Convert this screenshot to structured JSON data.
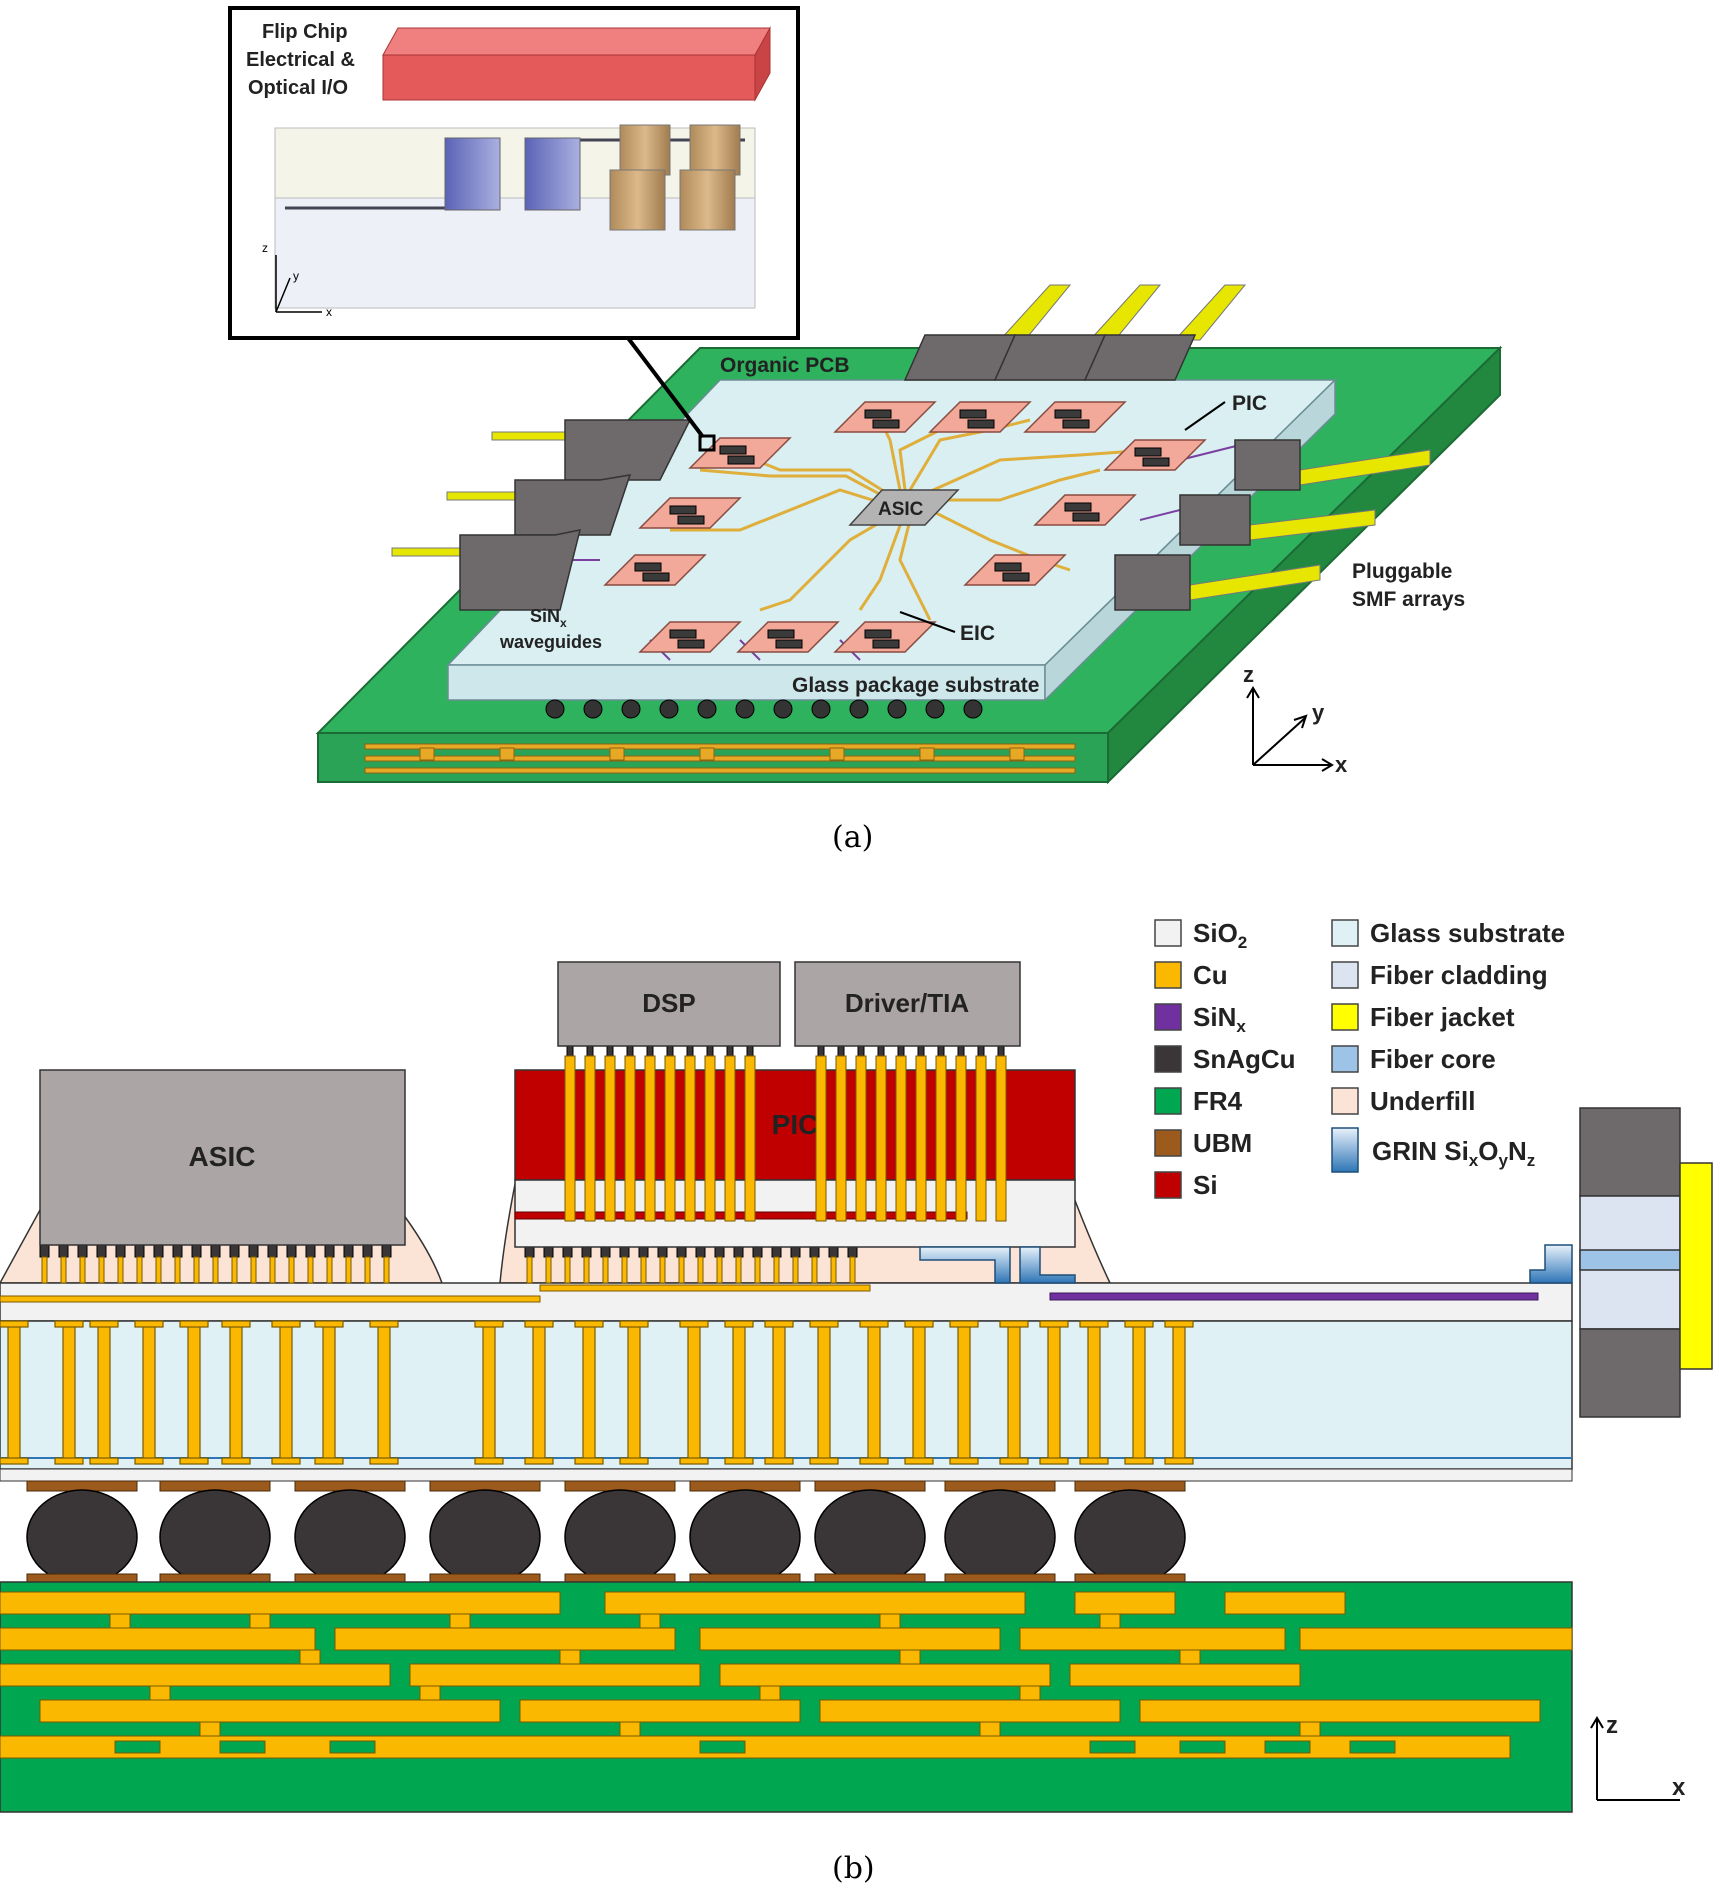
{
  "panel_a": {
    "caption": "(a)",
    "inset_title": [
      "Flip Chip",
      "Electrical &",
      "Optical I/O"
    ],
    "inset_axes": {
      "z": "z",
      "y": "y",
      "x": "x"
    },
    "labels": {
      "organic_pcb": "Organic PCB",
      "pic": "PIC",
      "asic": "ASIC",
      "eic": "EIC",
      "sinx_1": "SiN",
      "sinx_sub": "x",
      "sinx_2": "waveguides",
      "glass": "Glass package substrate",
      "pluggable_1": "Pluggable",
      "pluggable_2": "SMF arrays"
    },
    "axes": {
      "z": "z",
      "y": "y",
      "x": "x"
    }
  },
  "panel_b": {
    "caption": "(b)",
    "labels": {
      "dsp": "DSP",
      "driver": "Driver/TIA",
      "asic": "ASIC",
      "pic": "PIC"
    },
    "axes": {
      "z": "z",
      "x": "x"
    },
    "legend_left": [
      {
        "text": "SiO",
        "sub": "2",
        "color": "#f2f2f2"
      },
      {
        "text": "Cu",
        "sub": "",
        "color": "#fbb800"
      },
      {
        "text": "SiN",
        "sub": "x",
        "color": "#7030a0"
      },
      {
        "text": "SnAgCu",
        "sub": "",
        "color": "#3a3536"
      },
      {
        "text": "FR4",
        "sub": "",
        "color": "#00a650"
      },
      {
        "text": "UBM",
        "sub": "",
        "color": "#9c5b1c"
      },
      {
        "text": "Si",
        "sub": "",
        "color": "#c00000"
      }
    ],
    "legend_right": [
      {
        "text": "Glass substrate",
        "color": "#dff1f4"
      },
      {
        "text": "Fiber cladding",
        "color": "#dce4f2"
      },
      {
        "text": "Fiber jacket",
        "color": "#ffff00"
      },
      {
        "text": "Fiber core",
        "color": "#9dc3e6"
      },
      {
        "text": "Underfill",
        "color": "#fbe3d6"
      }
    ],
    "legend_grin": {
      "p1": "GRIN Si",
      "s1": "x",
      "p2": "O",
      "s2": "y",
      "p3": "N",
      "s3": "z"
    }
  }
}
